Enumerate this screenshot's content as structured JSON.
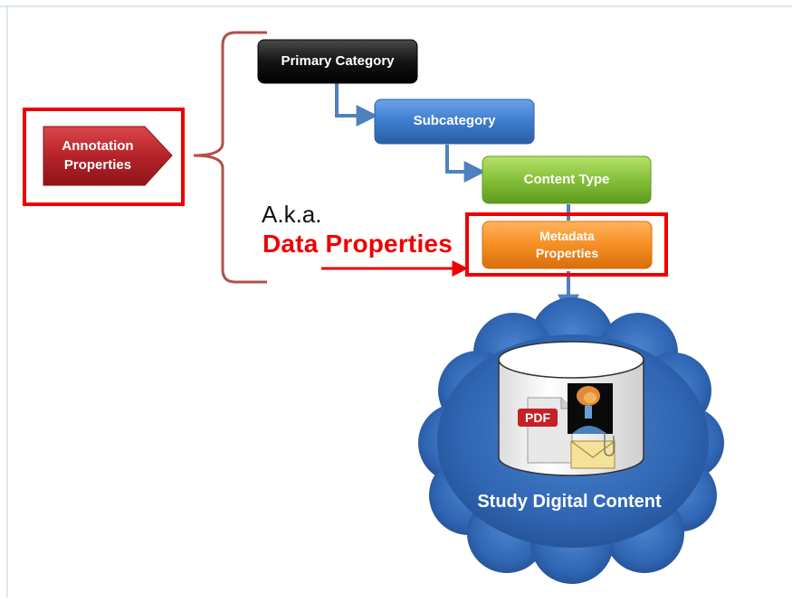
{
  "diagram": {
    "annotation_arrow": {
      "line1": "Annotation",
      "line2": "Properties"
    },
    "hierarchy": {
      "primary_category": "Primary Category",
      "subcategory": "Subcategory",
      "content_type": "Content Type",
      "metadata_properties": {
        "line1": "Metadata",
        "line2": "Properties"
      }
    },
    "aka": "A.k.a.",
    "data_properties": "Data Properties",
    "repository": {
      "label": "Study Digital Content",
      "pdf_label": "PDF"
    },
    "colors": {
      "highlight_red": "#ee0000",
      "annotation_red": "#b81f24",
      "primary_black": "#111111",
      "subcategory_blue": "#3a78c8",
      "content_type_green": "#7cb82c",
      "metadata_orange": "#f08a1e",
      "connector_blue": "#4f81bd",
      "cloud_blue": "#2e63ae",
      "bracket_brown": "#b05048"
    }
  }
}
